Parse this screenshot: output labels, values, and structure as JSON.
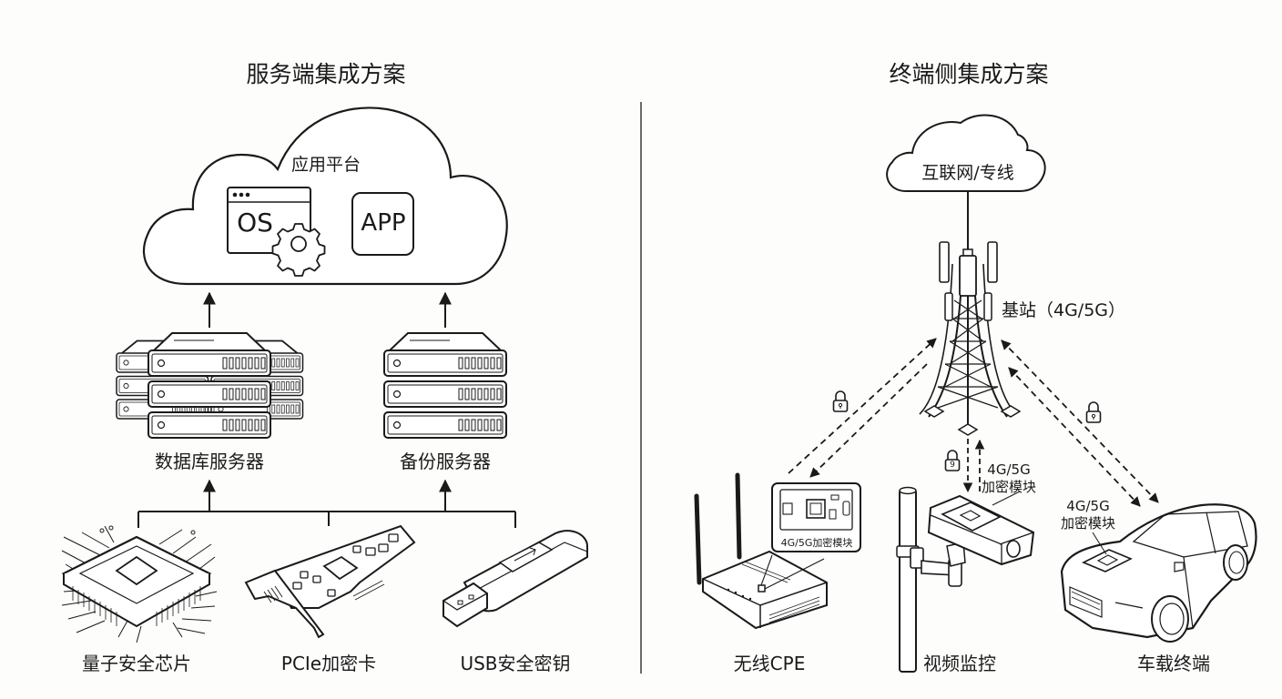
{
  "left_panel": {
    "title": "服务端集成方案",
    "cloud": {
      "label": "应用平台",
      "os_label": "OS",
      "app_label": "APP"
    },
    "servers": [
      {
        "label": "数据库服务器",
        "icon": "server-cluster-icon"
      },
      {
        "label": "备份服务器",
        "icon": "server-stack-icon"
      }
    ],
    "devices": [
      {
        "label": "量子安全芯片",
        "icon": "chip-icon"
      },
      {
        "label": "PCIe加密卡",
        "icon": "pcie-card-icon"
      },
      {
        "label": "USB安全密钥",
        "icon": "usb-key-icon"
      }
    ]
  },
  "right_panel": {
    "title": "终端侧集成方案",
    "cloud_label": "互联网/专线",
    "tower_label": "基站（4G/5G）",
    "module_label_line1": "4G/5G",
    "module_label_line2": "加密模块",
    "cpe_module_label": "4G/5G加密模块",
    "lock_digit": "9",
    "terminals": [
      {
        "label": "无线CPE",
        "icon": "router-icon"
      },
      {
        "label": "视频监控",
        "icon": "camera-icon"
      },
      {
        "label": "车载终端",
        "icon": "car-icon"
      }
    ]
  },
  "colors": {
    "stroke": "#1a1a1a",
    "divider": "#6b6b6b",
    "background": "#fdfdfc"
  }
}
